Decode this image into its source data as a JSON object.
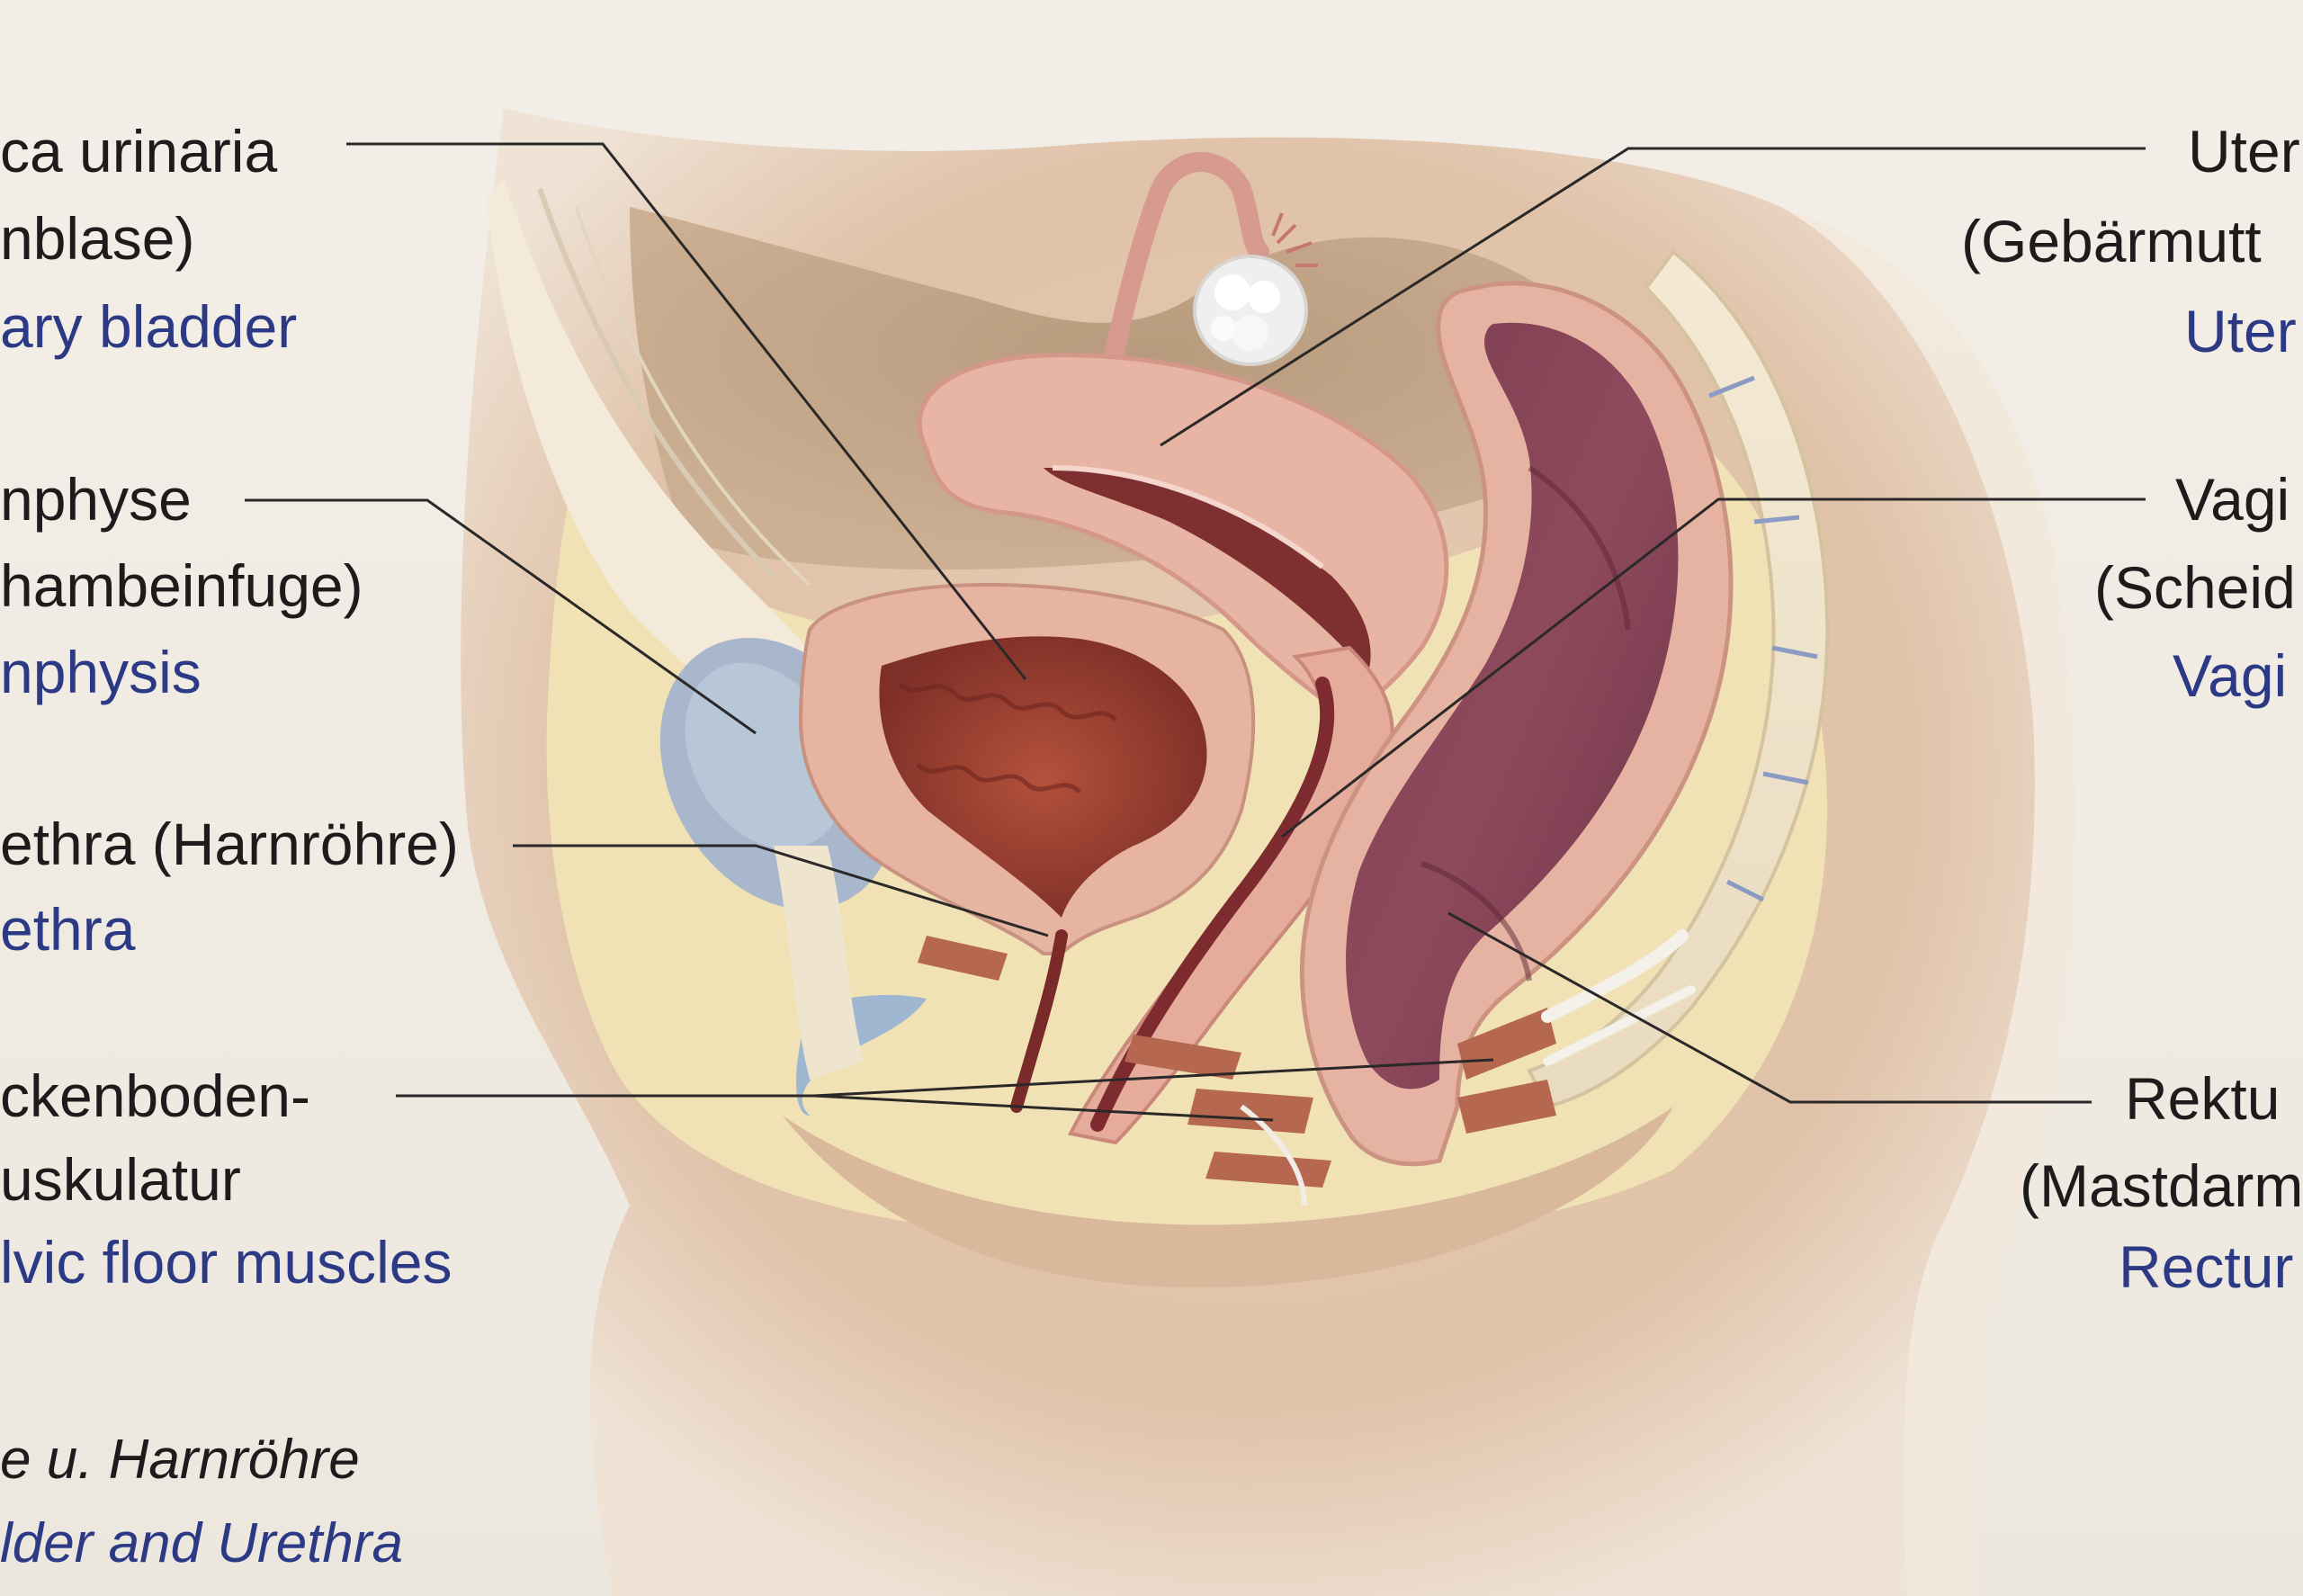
{
  "labels": {
    "bladder": {
      "de": "ca urinaria",
      "de_sub": "nblase)",
      "en": "ary bladder"
    },
    "symphysis": {
      "de": "nphyse",
      "de_sub": "hambeinfuge)",
      "en": "nphysis"
    },
    "urethra": {
      "de": "ethra (Harnröhre)",
      "en": "ethra"
    },
    "pelvic_floor": {
      "de": "ckenboden-",
      "de_sub": "uskulatur",
      "en": "lvic floor muscles"
    },
    "uterus": {
      "de": "Uter",
      "de_sub": "(Gebärmutt",
      "en": "Uter"
    },
    "vagina": {
      "de": "Vagi",
      "de_sub": "(Scheid",
      "en": "Vagi"
    },
    "rectum": {
      "de": "Rektu",
      "de_sub": "(Mastdarm",
      "en": "Rectur"
    }
  },
  "caption": {
    "de": "e u. Harnröhre",
    "en": "lder and Urethra"
  },
  "colors": {
    "german_text": "#1d1b1c",
    "english_text": "#2c3a86",
    "leader_line": "#2a2828",
    "background": "#f1ede6"
  }
}
